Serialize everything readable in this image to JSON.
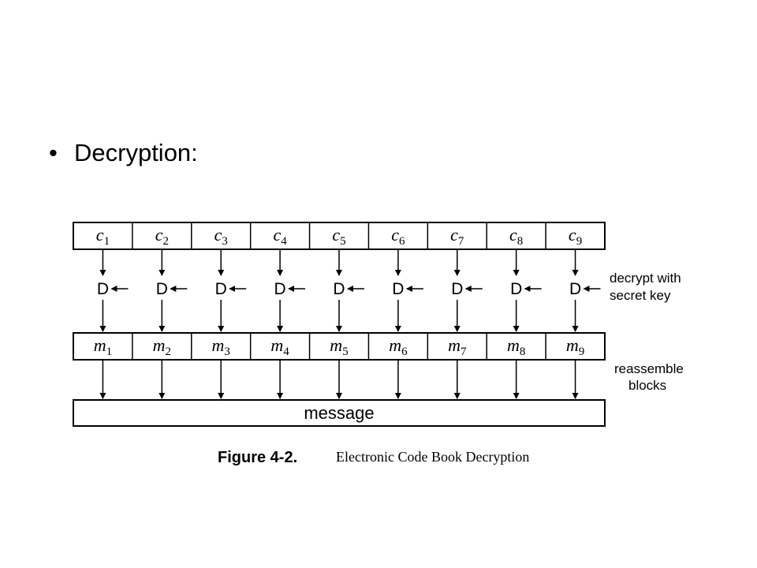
{
  "slide": {
    "bullet_marker": "•",
    "bullet_text": "Decryption:"
  },
  "diagram": {
    "ciphertext_blocks": [
      {
        "letter": "c",
        "sub": "1"
      },
      {
        "letter": "c",
        "sub": "2"
      },
      {
        "letter": "c",
        "sub": "3"
      },
      {
        "letter": "c",
        "sub": "4"
      },
      {
        "letter": "c",
        "sub": "5"
      },
      {
        "letter": "c",
        "sub": "6"
      },
      {
        "letter": "c",
        "sub": "7"
      },
      {
        "letter": "c",
        "sub": "8"
      },
      {
        "letter": "c",
        "sub": "9"
      }
    ],
    "decrypt_label": "D",
    "plaintext_blocks": [
      {
        "letter": "m",
        "sub": "1"
      },
      {
        "letter": "m",
        "sub": "2"
      },
      {
        "letter": "m",
        "sub": "3"
      },
      {
        "letter": "m",
        "sub": "4"
      },
      {
        "letter": "m",
        "sub": "5"
      },
      {
        "letter": "m",
        "sub": "6"
      },
      {
        "letter": "m",
        "sub": "7"
      },
      {
        "letter": "m",
        "sub": "8"
      },
      {
        "letter": "m",
        "sub": "9"
      }
    ],
    "key_note_lines": [
      "decrypt with",
      "secret key"
    ],
    "reassemble_note_lines": [
      "reassemble",
      "blocks"
    ],
    "message_label": "message"
  },
  "figure": {
    "number": "Figure 4-2.",
    "caption": "Electronic Code Book Decryption"
  }
}
